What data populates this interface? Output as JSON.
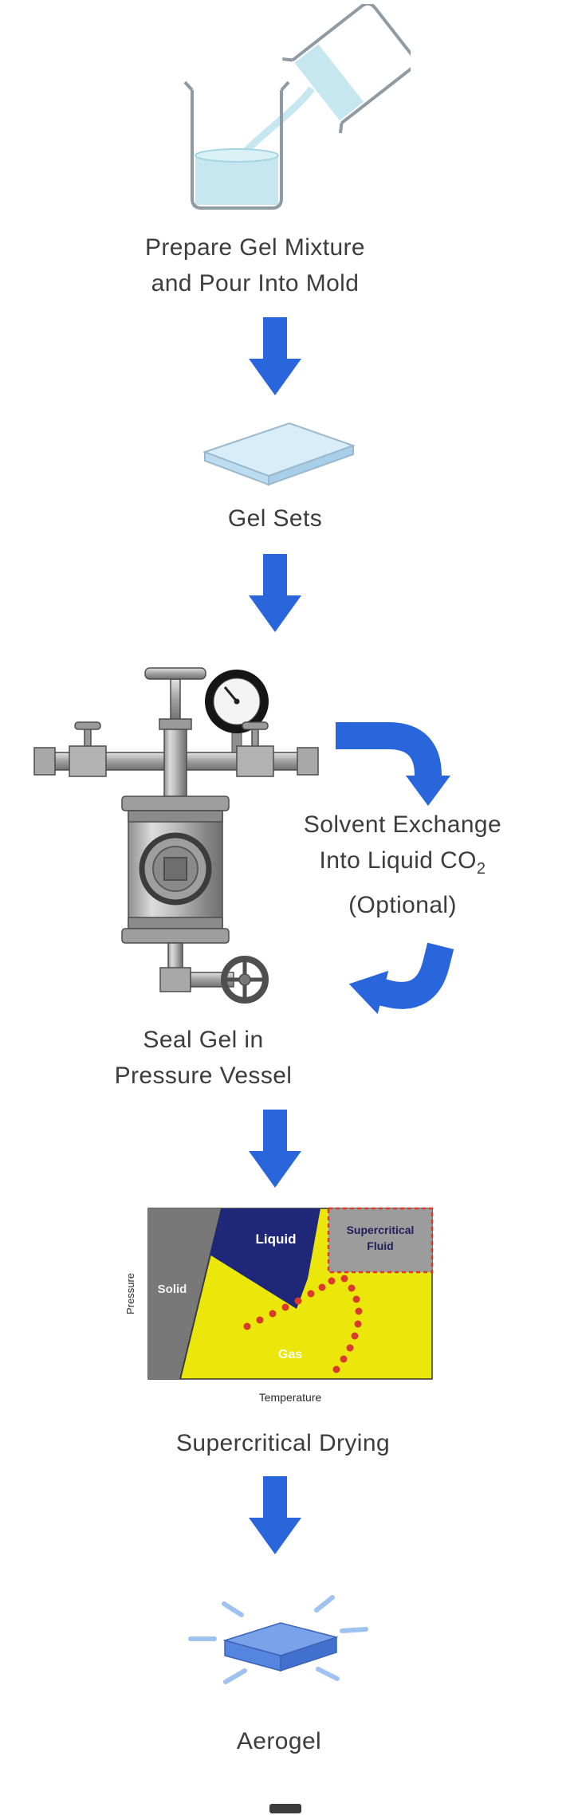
{
  "steps": {
    "prepare": {
      "line1": "Prepare Gel Mixture",
      "line2": "and Pour Into Mold"
    },
    "gel_sets": {
      "label": "Gel Sets"
    },
    "solvent_exchange": {
      "line1": "Solvent Exchange",
      "line2_text": "Into Liquid CO",
      "line2_subscript": "2",
      "line3": "(Optional)"
    },
    "seal": {
      "line1": "Seal Gel in",
      "line2": "Pressure Vessel"
    },
    "drying": {
      "label": "Supercritical Drying"
    },
    "aerogel": {
      "label": "Aerogel"
    }
  },
  "phase_diagram": {
    "regions": {
      "solid": "Solid",
      "liquid": "Liquid",
      "supercritical_line1": "Supercritical",
      "supercritical_line2": "Fluid",
      "gas": "Gas"
    },
    "axes": {
      "y_label": "Pressure",
      "x_label": "Temperature"
    }
  },
  "illustrations": {
    "pour_beakers": "beaker-pouring-into-beaker",
    "gel_slab": "pale-blue-gel-slab",
    "pressure_vessel": "pressure-vessel-with-gauge",
    "phase_chart": "co2-phase-diagram",
    "aerogel_slab": "glowing-blue-aerogel-slab"
  },
  "colors": {
    "arrow_blue": "#2A66DB",
    "label_text": "#3d3d3d",
    "diagram_yellow": "#ECE70A",
    "liquid_navy": "#1F2878",
    "solid_gray": "#787878",
    "supercritical_gray": "#9c9c9c",
    "dotted_path_red": "#D83A2C",
    "gel_blue": "#D9EDF9",
    "aerogel_blue": "#7AA2EA"
  }
}
